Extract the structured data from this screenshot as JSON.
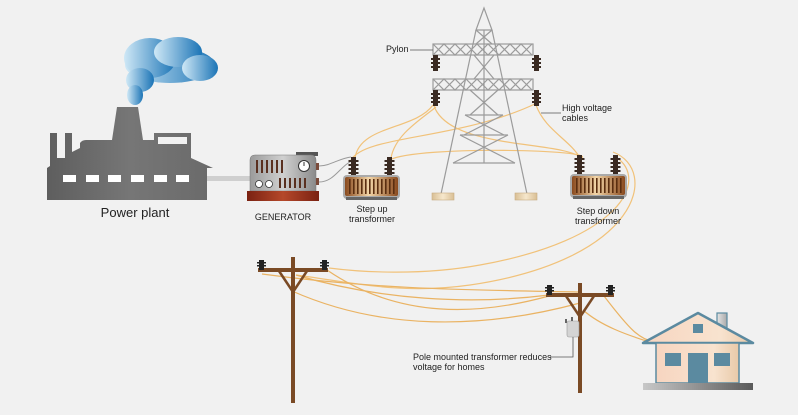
{
  "diagram": {
    "title": "Electricity generation and distribution",
    "background_color": "#f1f1f1",
    "labels": {
      "power_plant": "Power plant",
      "generator": "GENERATOR",
      "step_up_transformer": "Step up transformer",
      "pylon": "Pylon",
      "high_voltage_cables": "High voltage cables",
      "step_down_transformer": "Step down transformer",
      "pole_transformer": "Pole mounted transformer reduces voltage for homes"
    },
    "label_lines": {
      "step_up": [
        "Step up",
        "transformer"
      ],
      "step_down": [
        "Step down",
        "transformer"
      ],
      "hv_cables": [
        "High voltage",
        "cables"
      ],
      "pole_transformer": [
        "Pole mounted transformer reduces",
        "voltage for homes"
      ]
    },
    "colors": {
      "factory": "#6d6d6d",
      "smoke_light": "#bfe0f3",
      "smoke_dark": "#1d78b9",
      "generator_body": "#8e8e8e",
      "generator_base": "#8b2a14",
      "transformer_copper": "#b87333",
      "insulator": "#3a2a22",
      "pylon_steel": "#9a9a9a",
      "pylon_foot": "#e8d3b0",
      "cable": "#f0b24a",
      "pole_wood": "#7a4a25",
      "house_wall": "#f6d9c4",
      "house_trim": "#5b8aa0",
      "house_base": "#8a8a8a"
    },
    "flow": [
      "Power plant",
      "GENERATOR",
      "Step up transformer",
      "Pylon",
      "High voltage cables",
      "Step down transformer",
      "Pole mounted transformer",
      "Home"
    ]
  }
}
